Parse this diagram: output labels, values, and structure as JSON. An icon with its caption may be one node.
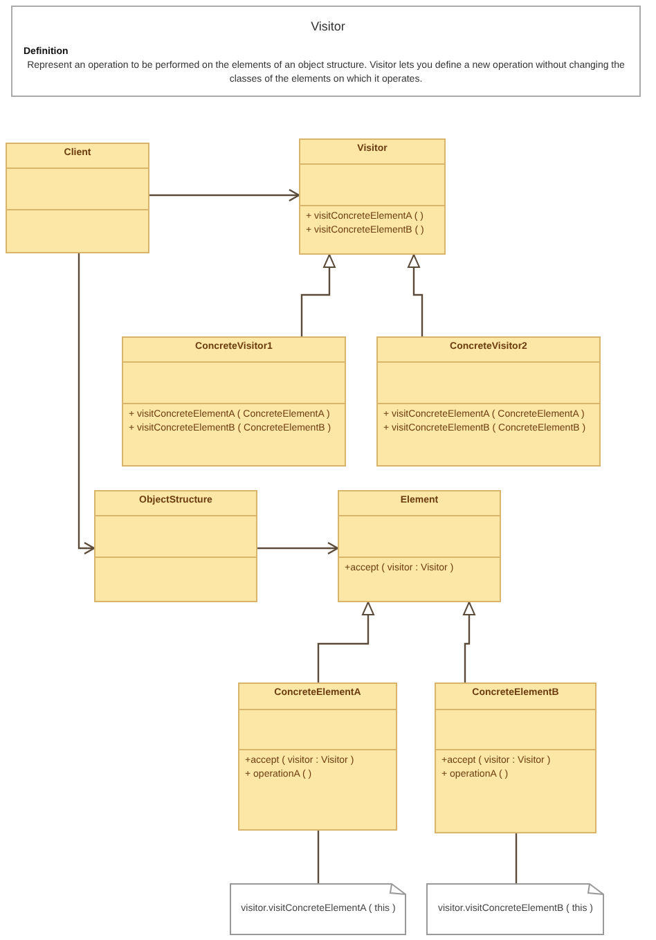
{
  "diagram": {
    "title": "Visitor",
    "nodes": [
      {
        "text": [
          "Definition",
          "Represent an operation to be performed on the elements of an object structure. Visitor lets you define a new operation without changing the classes of the elements on which it operates."
        ]
      },
      {
        "text": [
          "Client"
        ]
      },
      {
        "text": [
          "Visitor",
          "+ visitConcreteElementA ( )",
          "+ visitConcreteElementB ( )"
        ]
      },
      {
        "text": [
          "ConcreteVisitor1",
          "+ visitConcreteElementA ( ConcreteElementA )",
          "+ visitConcreteElementB ( ConcreteElementB )"
        ]
      },
      {
        "text": [
          "ConcreteVisitor2",
          "+ visitConcreteElementA ( ConcreteElementA )",
          "+ visitConcreteElementB ( ConcreteElementB )"
        ]
      },
      {
        "text": [
          "ObjectStructure"
        ]
      },
      {
        "text": [
          "Element",
          "+accept ( visitor : Visitor )"
        ]
      },
      {
        "text": [
          "ConcreteElementA",
          "+accept ( visitor : Visitor )",
          "+ operationA ( )"
        ]
      },
      {
        "text": [
          "ConcreteElementB",
          "+accept ( visitor : Visitor )",
          "+ operationA ( )"
        ]
      },
      {
        "text": [
          "visitor.visitConcreteElementA ( this )"
        ]
      },
      {
        "text": [
          "visitor.visitConcreteElementB ( this )"
        ]
      }
    ],
    "edges": [
      {
        "from": 1,
        "to": 2,
        "arrow": "to"
      },
      {
        "from": 3,
        "to": 2,
        "arrow": "to"
      },
      {
        "from": 4,
        "to": 2,
        "arrow": "to"
      },
      {
        "from": 1,
        "to": 5,
        "arrow": "to"
      },
      {
        "from": 5,
        "to": 6,
        "arrow": "to"
      },
      {
        "from": 7,
        "to": 6,
        "arrow": "to"
      },
      {
        "from": 8,
        "to": 6,
        "arrow": "to"
      },
      {
        "from": 9,
        "to": 7,
        "arrow": "none"
      },
      {
        "from": 10,
        "to": 8,
        "arrow": "none"
      }
    ]
  }
}
